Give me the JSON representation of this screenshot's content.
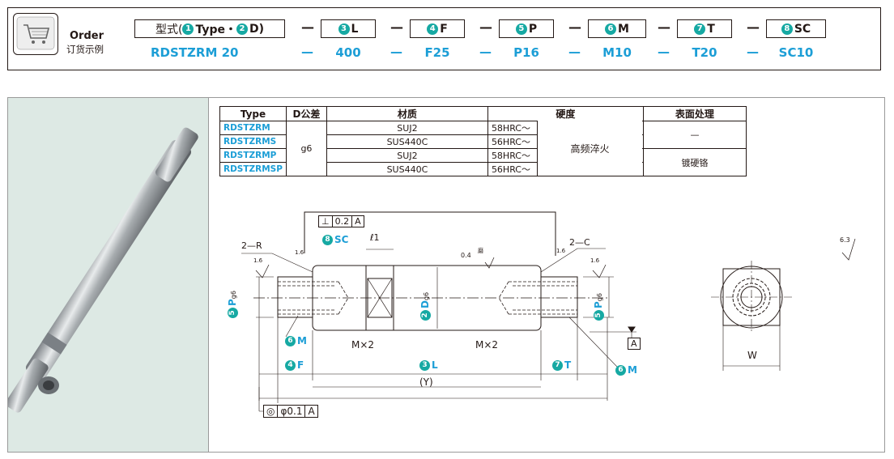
{
  "order": {
    "title": "Order",
    "subtitle": "订货示例",
    "codes": [
      {
        "num": "1",
        "label": "型式(",
        "extra_num": "2",
        "label_mid": "Type・",
        "label_end": "D)",
        "value": "RDSTZRM 20"
      },
      {
        "num": "3",
        "label": "L",
        "value": "400"
      },
      {
        "num": "4",
        "label": "F",
        "value": "F25"
      },
      {
        "num": "5",
        "label": "P",
        "value": "P16"
      },
      {
        "num": "6",
        "label": "M",
        "value": "M10"
      },
      {
        "num": "7",
        "label": "T",
        "value": "T20"
      },
      {
        "num": "8",
        "label": "SC",
        "value": "SC10"
      }
    ],
    "dash": "—"
  },
  "spec_table": {
    "headers": [
      "Type",
      "D公差",
      "材质",
      "硬度",
      "表面处理"
    ],
    "rows": [
      {
        "type": "RDSTZRM",
        "material": "SUJ2",
        "hardness": "58HRC〜"
      },
      {
        "type": "RDSTZRMS",
        "material": "SUS440C",
        "hardness": "56HRC〜"
      },
      {
        "type": "RDSTZRMP",
        "material": "SUJ2",
        "hardness": "58HRC〜"
      },
      {
        "type": "RDSTZRMSP",
        "material": "SUS440C",
        "hardness": "56HRC〜"
      }
    ],
    "tolerance": "g6",
    "heat_treatment": "高频淬火",
    "surface_none": "—",
    "surface_plating": "镀硬铬"
  },
  "drawing": {
    "perp_symbol": "⊥",
    "perp_value": "0.2",
    "datum": "A",
    "chamfer_r": "2—R",
    "chamfer_c": "2—C",
    "rough_16": "1.6",
    "rough_04": "0.4",
    "rough_63": "6.3",
    "grind": "磨",
    "l1": "ℓ1",
    "sc": "SC",
    "sc_num": "8",
    "p_label": "P",
    "p_tol": "g6",
    "p_num": "5",
    "d_label": "D",
    "d_tol": "g6",
    "d_num": "2",
    "m_label": "M",
    "m_num": "6",
    "mx2": "M×2",
    "f_label": "F",
    "f_num": "4",
    "l_label": "L",
    "l_num": "3",
    "t_label": "T",
    "t_num": "7",
    "y_label": "(Y)",
    "conc_symbol": "◎",
    "conc_value": "φ0.1",
    "w_label": "W"
  }
}
